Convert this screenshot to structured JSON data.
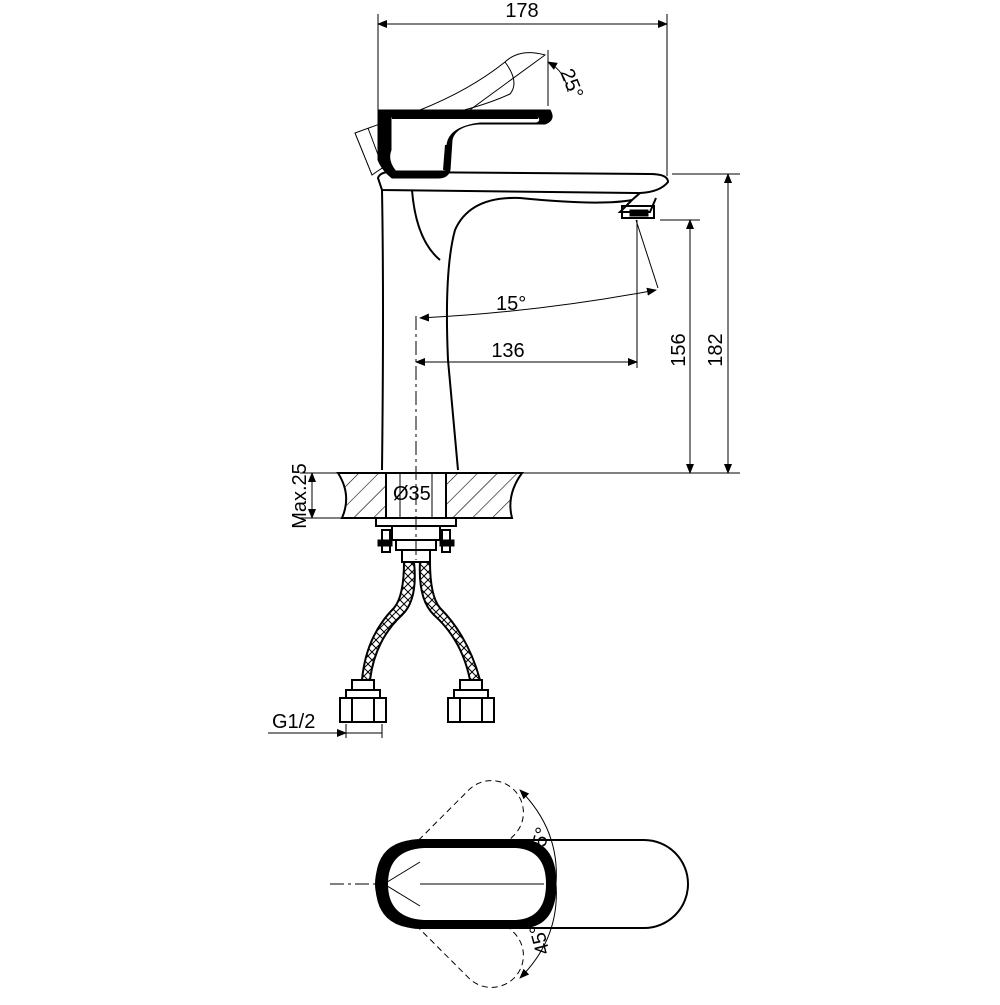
{
  "drawing": {
    "dimensions": {
      "overall_width": "178",
      "lever_angle": "25°",
      "spout_angle": "15°",
      "spout_reach": "136",
      "spout_height": "156",
      "total_height": "182",
      "max_thickness": "Max.25",
      "hole_diameter": "Ø35",
      "connection": "G1/2",
      "rotation_top": "45°",
      "rotation_bottom": "45°"
    },
    "colors": {
      "line": "#000000",
      "background": "#ffffff"
    }
  }
}
